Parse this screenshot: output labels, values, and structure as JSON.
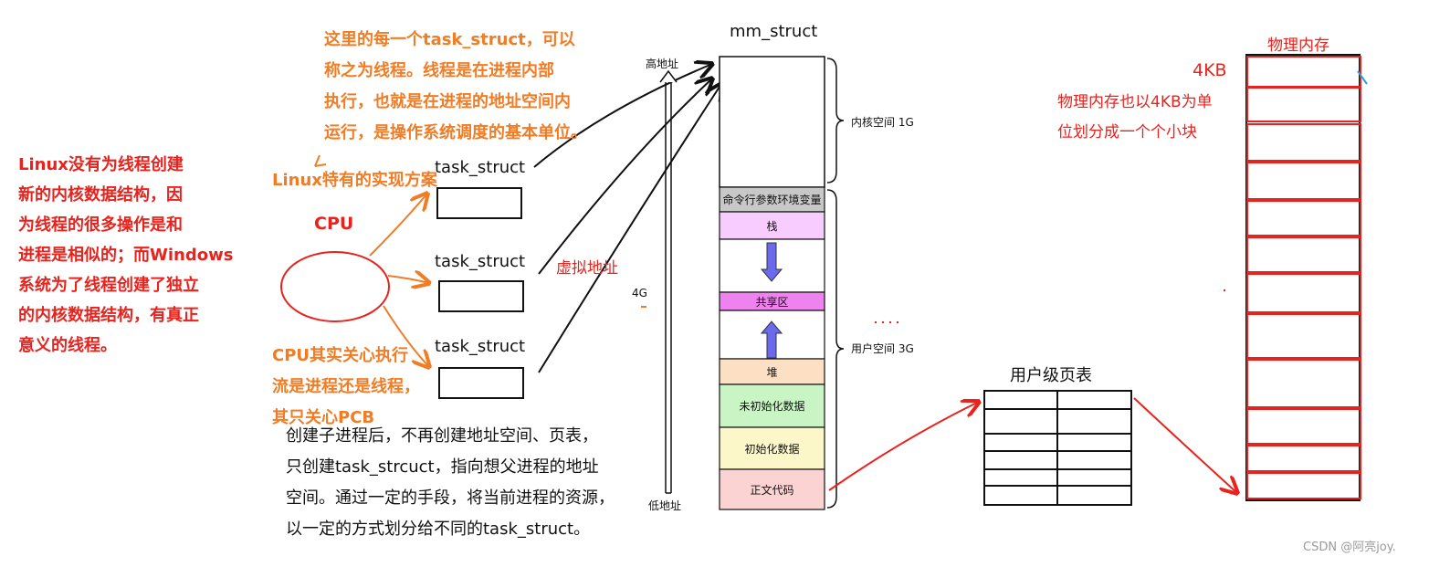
{
  "left_note": {
    "lines": [
      "Linux没有为线程创建",
      "新的内核数据结构，因",
      "为线程的很多操作是和",
      "进程是相似的；而Windows",
      "系统为了线程创建了独立",
      "的内核数据结构，有真正",
      "意义的线程。"
    ],
    "color": "#e8231e"
  },
  "top_note": {
    "lines": [
      "这里的每一个task_struct，可以",
      "称之为线程。线程是在进程内部",
      "执行，也就是在进程的地址空间内",
      "运行，是操作系统调度的基本单位。"
    ],
    "color": "#f07d26"
  },
  "linux_special": "Linux特有的实现方案",
  "cpu_label": "CPU",
  "cpu_note": {
    "lines": [
      "CPU其实关心执行",
      "流是进程还是线程，",
      "其只关心PCB"
    ]
  },
  "bottom_note": {
    "lines": [
      "创建子进程后，不再创建地址空间、页表，",
      "只创建task_strcuct，指向想父进程的地址",
      "空间。通过一定的手段，将当前进程的资源，",
      "以一定的方式划分给不同的task_struct。"
    ]
  },
  "task_structs": [
    "task_struct",
    "task_struct",
    "task_struct"
  ],
  "virtual_address": "虚拟地址",
  "axis": {
    "high": "高地址",
    "low": "低地址",
    "size": "4G"
  },
  "mm_struct": {
    "title": "mm_struct",
    "kernel_space": "内核空间 1G",
    "user_space": "用户空间 3G",
    "segments": [
      {
        "label": "命令行参数环境变量",
        "color": "#c8c8c8"
      },
      {
        "label": "栈",
        "color": "#f9ccff"
      },
      {
        "label": "",
        "color": "#ffffff"
      },
      {
        "label": "共享区",
        "color": "#ee82ee"
      },
      {
        "label": "",
        "color": "#ffffff"
      },
      {
        "label": "堆",
        "color": "#fde0c4"
      },
      {
        "label": "未初始化数据",
        "color": "#c9f5c4"
      },
      {
        "label": "初始化数据",
        "color": "#fcf7c8"
      },
      {
        "label": "正文代码",
        "color": "#fbd3d3"
      }
    ]
  },
  "page_table": {
    "title": "用户级页表",
    "rows": 6,
    "cols": 2
  },
  "physical_memory": {
    "title": "物理内存",
    "block_size": "4KB",
    "note_lines": [
      "物理内存也以4KB为单",
      "位划分成一个个小块"
    ],
    "blocks": 12
  },
  "watermark": "CSDN @阿亮joy.",
  "colors": {
    "red": "#e8231e",
    "orange": "#f07d26",
    "arrow_purple": "#6a5acd"
  }
}
